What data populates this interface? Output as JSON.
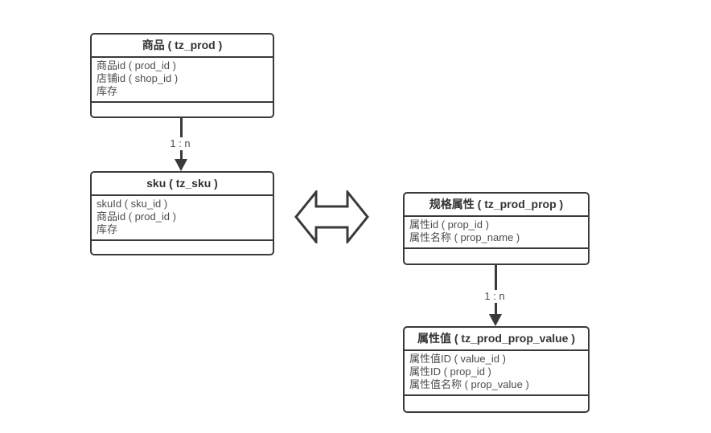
{
  "colors": {
    "line": "#3a3a3a",
    "title_text": "#333333",
    "row_text": "#4d4d4d",
    "background": "#ffffff"
  },
  "tables": [
    {
      "name": "prod",
      "title": "商品 ( tz_prod )",
      "rows": [
        "商品id ( prod_id )",
        "店铺id ( shop_id )",
        "库存"
      ]
    },
    {
      "name": "sku",
      "title": "sku ( tz_sku )",
      "rows": [
        "skuId ( sku_id )",
        "商品id ( prod_id )",
        "库存"
      ]
    },
    {
      "name": "prod_prop",
      "title": "规格属性 ( tz_prod_prop )",
      "rows": [
        "属性id ( prop_id )",
        "属性名称 ( prop_name )"
      ]
    },
    {
      "name": "prod_prop_value",
      "title": "属性值 ( tz_prod_prop_value )",
      "rows": [
        "属性值ID ( value_id )",
        "属性ID ( prop_id )",
        "属性值名称 ( prop_value )"
      ]
    }
  ],
  "connectors": [
    {
      "label": "1 : n"
    },
    {
      "label": "1 : n"
    }
  ]
}
